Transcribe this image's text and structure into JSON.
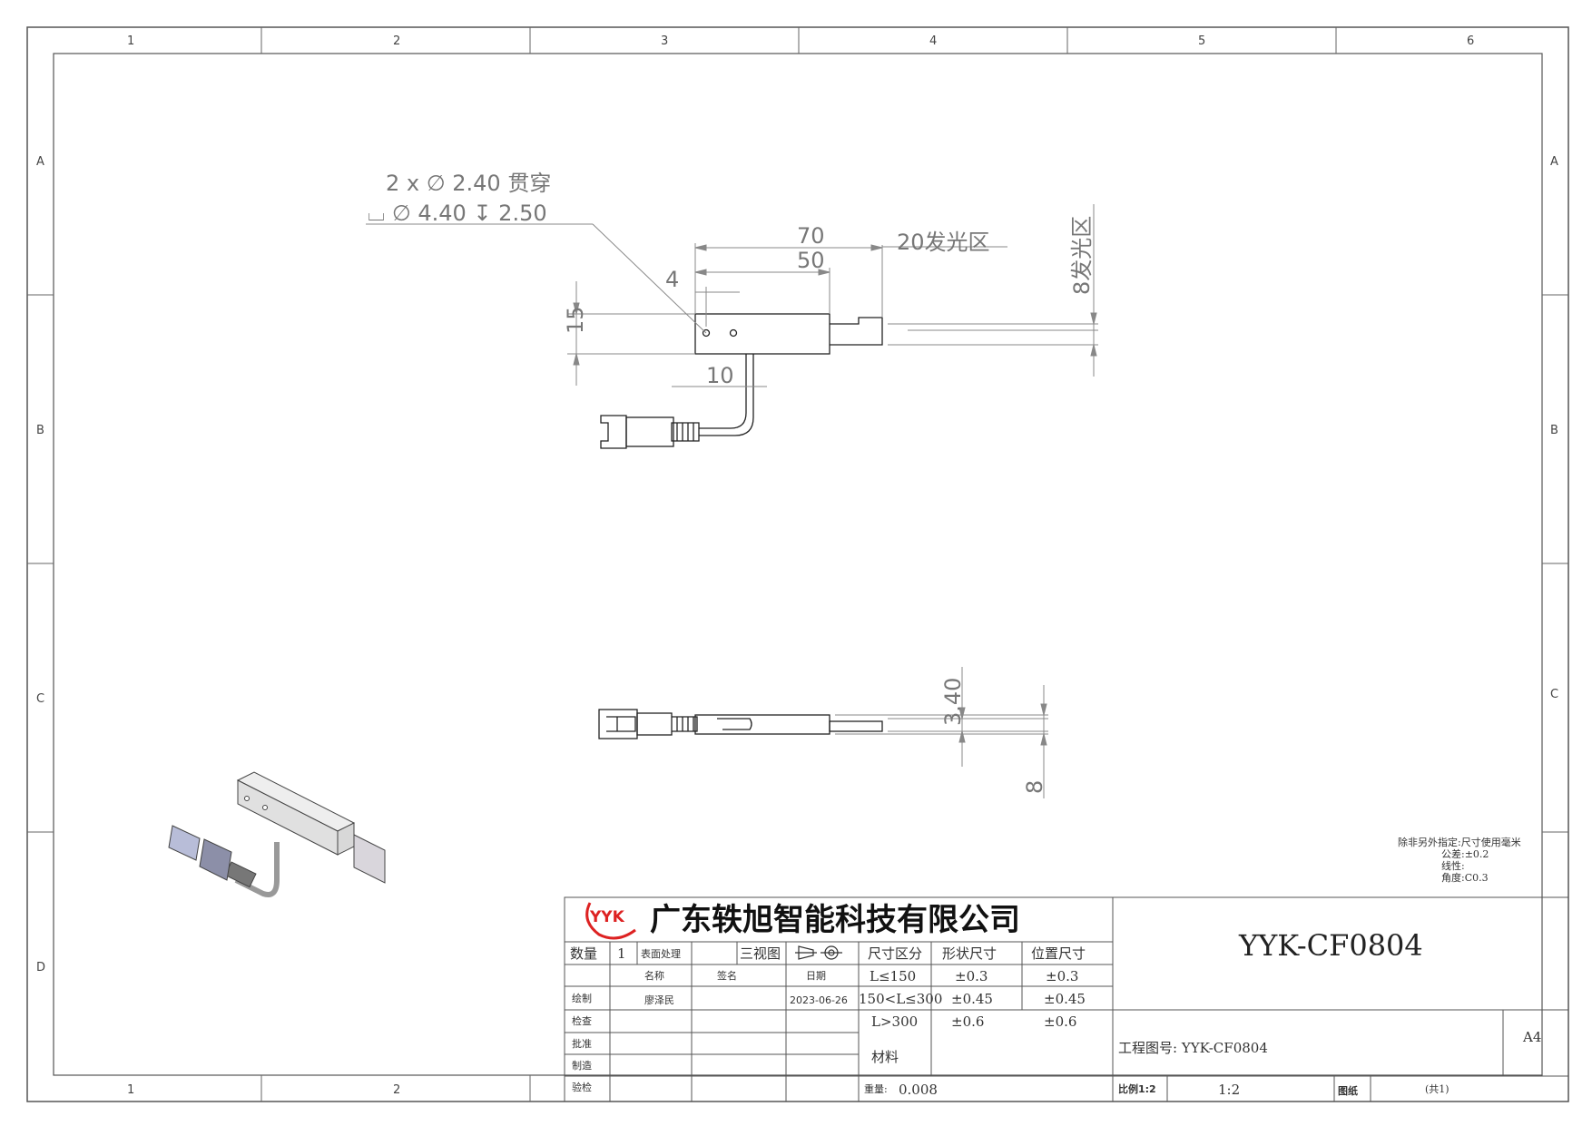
{
  "zones": {
    "columns": [
      "1",
      "2",
      "3",
      "4",
      "5",
      "6"
    ],
    "rows": [
      "A",
      "B",
      "C",
      "D"
    ]
  },
  "callout": {
    "line1": "2 x ∅ 2.40 贯穿",
    "line2": "⌴ ∅ 4.40 ↧ 2.50"
  },
  "dimensions": {
    "d70": "70",
    "d50": "50",
    "d20": "20发光区",
    "d4": "4",
    "d15": "15",
    "d10": "10",
    "d8v": "8发光区",
    "d340": "3.40",
    "d8": "8"
  },
  "notes": {
    "line1": "除非另外指定:尺寸使用毫米",
    "line2": "公差:±0.2",
    "line3": "线性:",
    "line4": "角度:C0.3"
  },
  "title_block": {
    "logo": "YYK",
    "company": "广东轶旭智能科技有限公司",
    "drawing_code": "YYK-CF0804",
    "qty_label": "数量",
    "qty_value": "1",
    "surface_label": "表面处理",
    "views_label": "三视图",
    "name_label": "名称",
    "sign_label": "签名",
    "date_label": "日期",
    "draw_label": "绘制",
    "drawer": "廖泽民",
    "date": "2023-06-26",
    "check_label": "检查",
    "approve_label": "批准",
    "make_label": "制造",
    "inspect_label": "验检",
    "tol_headers": [
      "尺寸区分",
      "形状尺寸",
      "位置尺寸"
    ],
    "tol_rows": [
      [
        "L≤150",
        "±0.3",
        "±0.3"
      ],
      [
        "150<L≤300",
        "±0.45",
        "±0.45"
      ],
      [
        "L>300",
        "±0.6",
        "±0.6"
      ]
    ],
    "material_label": "材料",
    "weight_label": "重量:",
    "weight_value": "0.008",
    "project_label": "工程图号: YYK-CF0804",
    "paper_size": "A4",
    "scale_label": "比例1:2",
    "scale_value": "1:2",
    "sheet_label": "图纸",
    "sheet_total": "(共1)"
  }
}
